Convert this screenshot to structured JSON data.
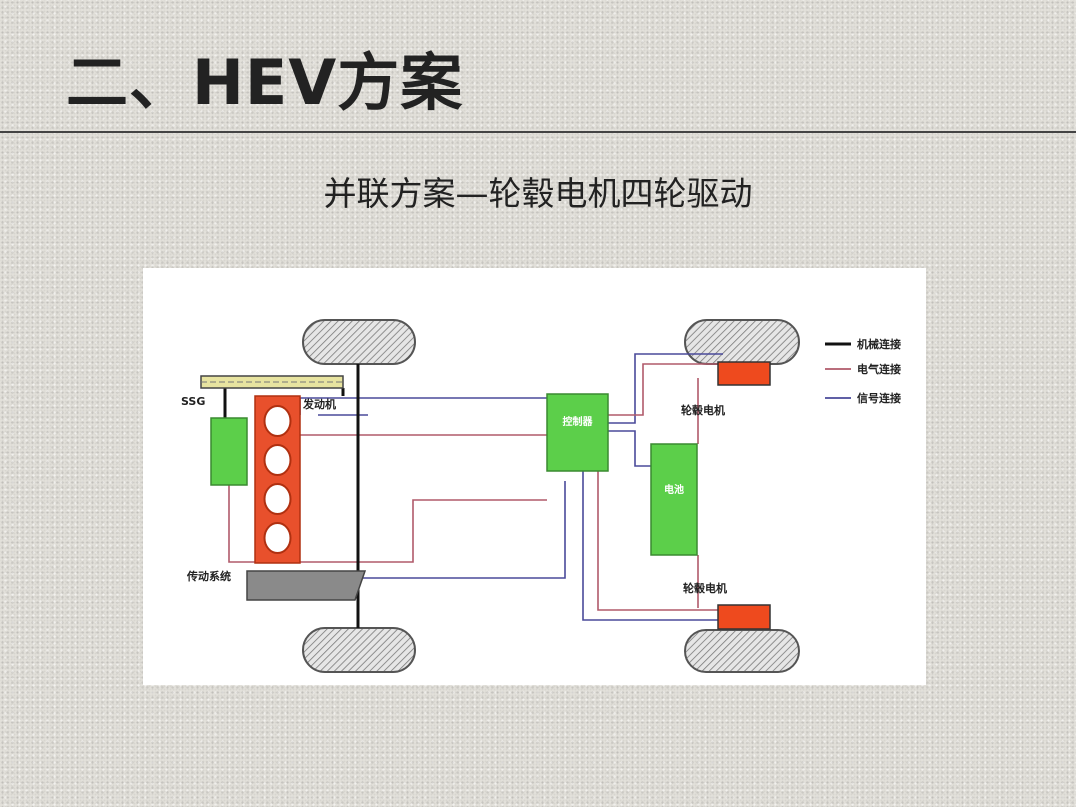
{
  "slide": {
    "title": "二、HEV方案",
    "subtitle": "并联方案—轮毂电机四轮驱动"
  },
  "diagram": {
    "labels": {
      "ssg": "SSG",
      "engine": "发动机",
      "transmission": "传动系统",
      "controller": "控制器",
      "battery": "电池",
      "hub_motor_top": "轮毂电机",
      "hub_motor_bottom": "轮毂电机"
    },
    "legend": {
      "mechanical": "机械连接",
      "electrical": "电气连接",
      "signal": "信号连接"
    },
    "colors": {
      "mechanical": "#111111",
      "electrical": "#b05a6a",
      "signal": "#4a4a9a",
      "component_green": "#5ccf4a",
      "engine_red": "#e8502c",
      "motor_red": "#ee4a1e",
      "transmission_gray": "#8a8a8a"
    }
  }
}
